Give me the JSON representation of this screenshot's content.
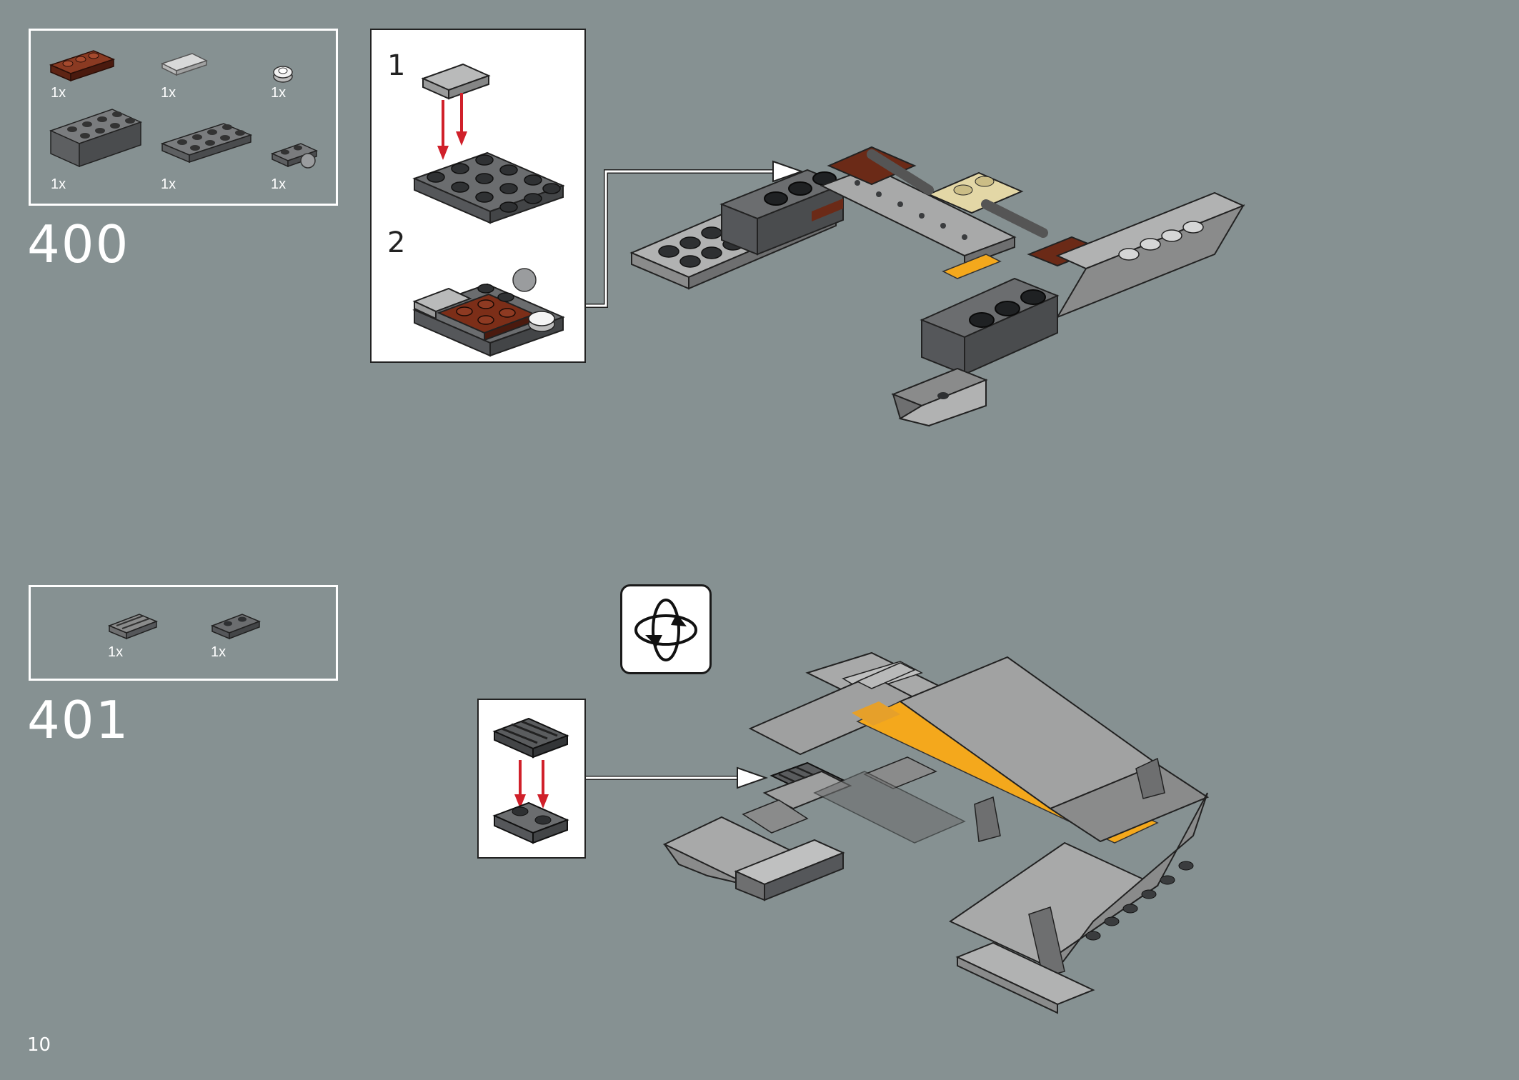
{
  "page_number": "10",
  "steps": [
    {
      "number": "400",
      "parts": [
        {
          "qty": "1x",
          "icon": "brown-plate-1x3"
        },
        {
          "qty": "1x",
          "icon": "light-gray-tile-1x2"
        },
        {
          "qty": "1x",
          "icon": "white-round-plate"
        },
        {
          "qty": "1x",
          "icon": "dark-gray-brick-2x4"
        },
        {
          "qty": "1x",
          "icon": "dark-gray-plate-2x4"
        },
        {
          "qty": "1x",
          "icon": "dark-gray-plate-ball"
        }
      ],
      "substeps": [
        {
          "number": "1"
        },
        {
          "number": "2"
        }
      ]
    },
    {
      "number": "401",
      "parts": [
        {
          "qty": "1x",
          "icon": "grille-tile-1x2"
        },
        {
          "qty": "1x",
          "icon": "dark-gray-plate-1x2"
        }
      ],
      "rotate_icon": "rotate-model-icon"
    }
  ],
  "colors": {
    "background": "#869192",
    "arrow_red": "#d0202a",
    "dark_gray": "#5a5c5e",
    "light_gray": "#a8a9a9",
    "reddish_brown": "#6b2a17",
    "tan": "#e3d7a6",
    "orange": "#f4a81c"
  }
}
